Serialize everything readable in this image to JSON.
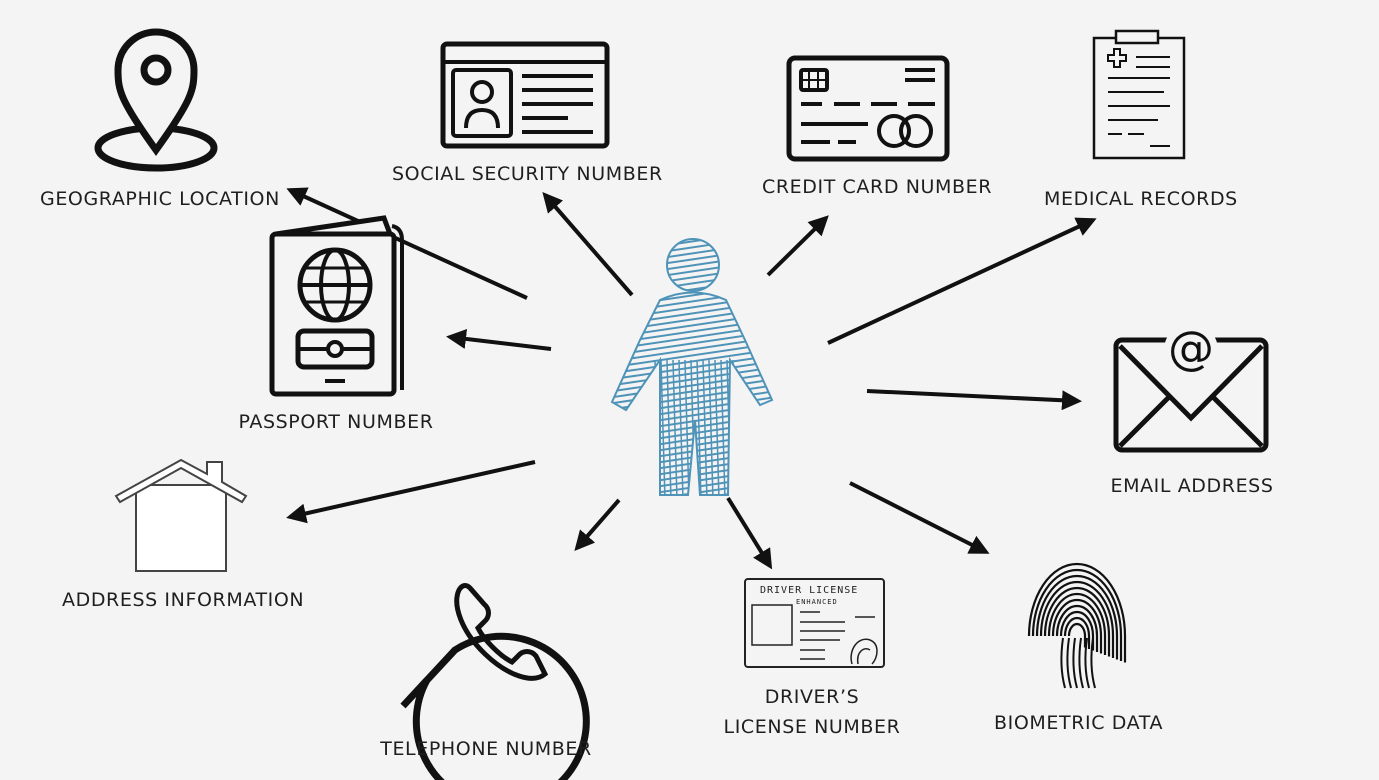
{
  "colors": {
    "background": "#f4f4f4",
    "ink": "#111111",
    "person": "#4f93b8"
  },
  "center": {
    "icon": "person-sketch-icon"
  },
  "nodes": [
    {
      "key": "geo",
      "label": "GEOGRAPHIC LOCATION",
      "icon": "map-pin-icon"
    },
    {
      "key": "ssn",
      "label": "SOCIAL SECURITY NUMBER",
      "icon": "id-card-icon"
    },
    {
      "key": "credit",
      "label": "CREDIT CARD NUMBER",
      "icon": "credit-card-icon"
    },
    {
      "key": "medical",
      "label": "MEDICAL RECORDS",
      "icon": "medical-clipboard-icon"
    },
    {
      "key": "passport",
      "label": "PASSPORT NUMBER",
      "icon": "passport-icon"
    },
    {
      "key": "email",
      "label": "EMAIL ADDRESS",
      "icon": "envelope-at-icon"
    },
    {
      "key": "address",
      "label": "ADDRESS INFORMATION",
      "icon": "house-icon"
    },
    {
      "key": "phone",
      "label": "TELEPHONE NUMBER",
      "icon": "phone-chat-icon"
    },
    {
      "key": "license",
      "label": "DRIVER’S LICENSE NUMBER",
      "icon": "drivers-license-icon",
      "card_title": "DRIVER LICENSE",
      "card_subtitle": "ENHANCED"
    },
    {
      "key": "biometric",
      "label": "BIOMETRIC DATA",
      "icon": "fingerprint-icon"
    }
  ]
}
